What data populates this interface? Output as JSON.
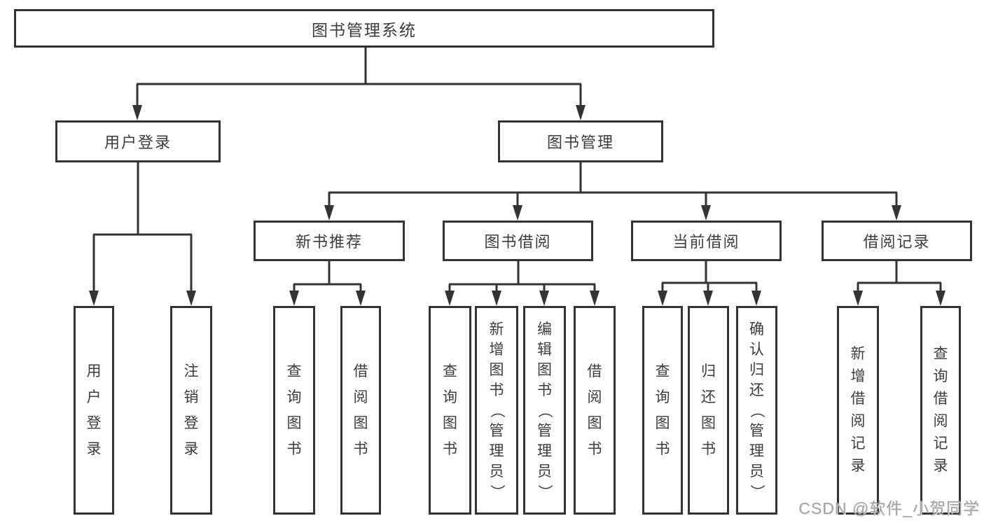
{
  "tree": {
    "root": "图书管理系统",
    "children": [
      {
        "label": "用户登录",
        "children": [
          "用户登录",
          "注销登录"
        ]
      },
      {
        "label": "图书管理",
        "children": [
          {
            "label": "新书推荐",
            "children": [
              "查询图书",
              "借阅图书"
            ]
          },
          {
            "label": "图书借阅",
            "children": [
              "查询图书",
              "新增图书（管理员）",
              "编辑图书（管理员）",
              "借阅图书"
            ]
          },
          {
            "label": "当前借阅",
            "children": [
              "查询图书",
              "归还图书",
              "确认归还（管理员）"
            ]
          },
          {
            "label": "借阅记录",
            "children": [
              "新增借阅记录",
              "查询借阅记录"
            ]
          }
        ]
      }
    ]
  },
  "watermark": "CSDN @软件_小贺同学",
  "colors": {
    "line": "#333333",
    "box_border": "#333333",
    "text": "#3c3c3c",
    "watermark": "#a3a3a3",
    "background": "#ffffff"
  }
}
